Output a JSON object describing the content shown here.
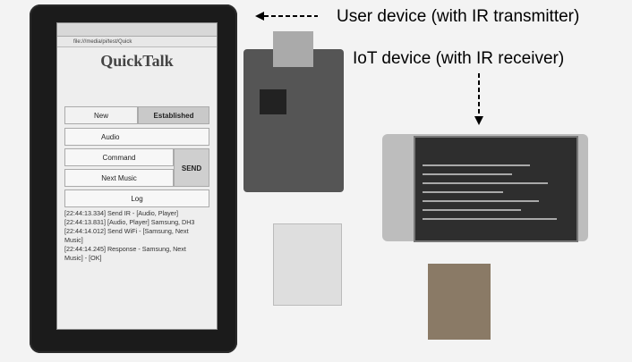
{
  "labels": {
    "user_device": "User device (with IR transmitter)",
    "iot_device": "IoT device (with IR receiver)"
  },
  "tablet": {
    "url_text": "file:///media/pi/test/Quick",
    "title": "QuickTalk",
    "tab_new": "New",
    "tab_established": "Established",
    "select_type": "Audio",
    "command_label": "Command",
    "select_command": "Next Music",
    "send_button": "SEND",
    "log_label": "Log",
    "log_lines": [
      "[22:44:13.334] Send IR - [Audio, Player]",
      "[22:44:13.831] [Audio, Player] Samsung, DH3",
      "[22:44:14.012] Send WiFi - [Samsung, Next",
      "Music]",
      "[22:44:14.245] Response - Samsung, Next",
      "Music] - [OK]"
    ]
  },
  "colors": {
    "tablet_body": "#1b1b1b",
    "screen_bg": "#eeeeee",
    "label_text": "#000000"
  }
}
